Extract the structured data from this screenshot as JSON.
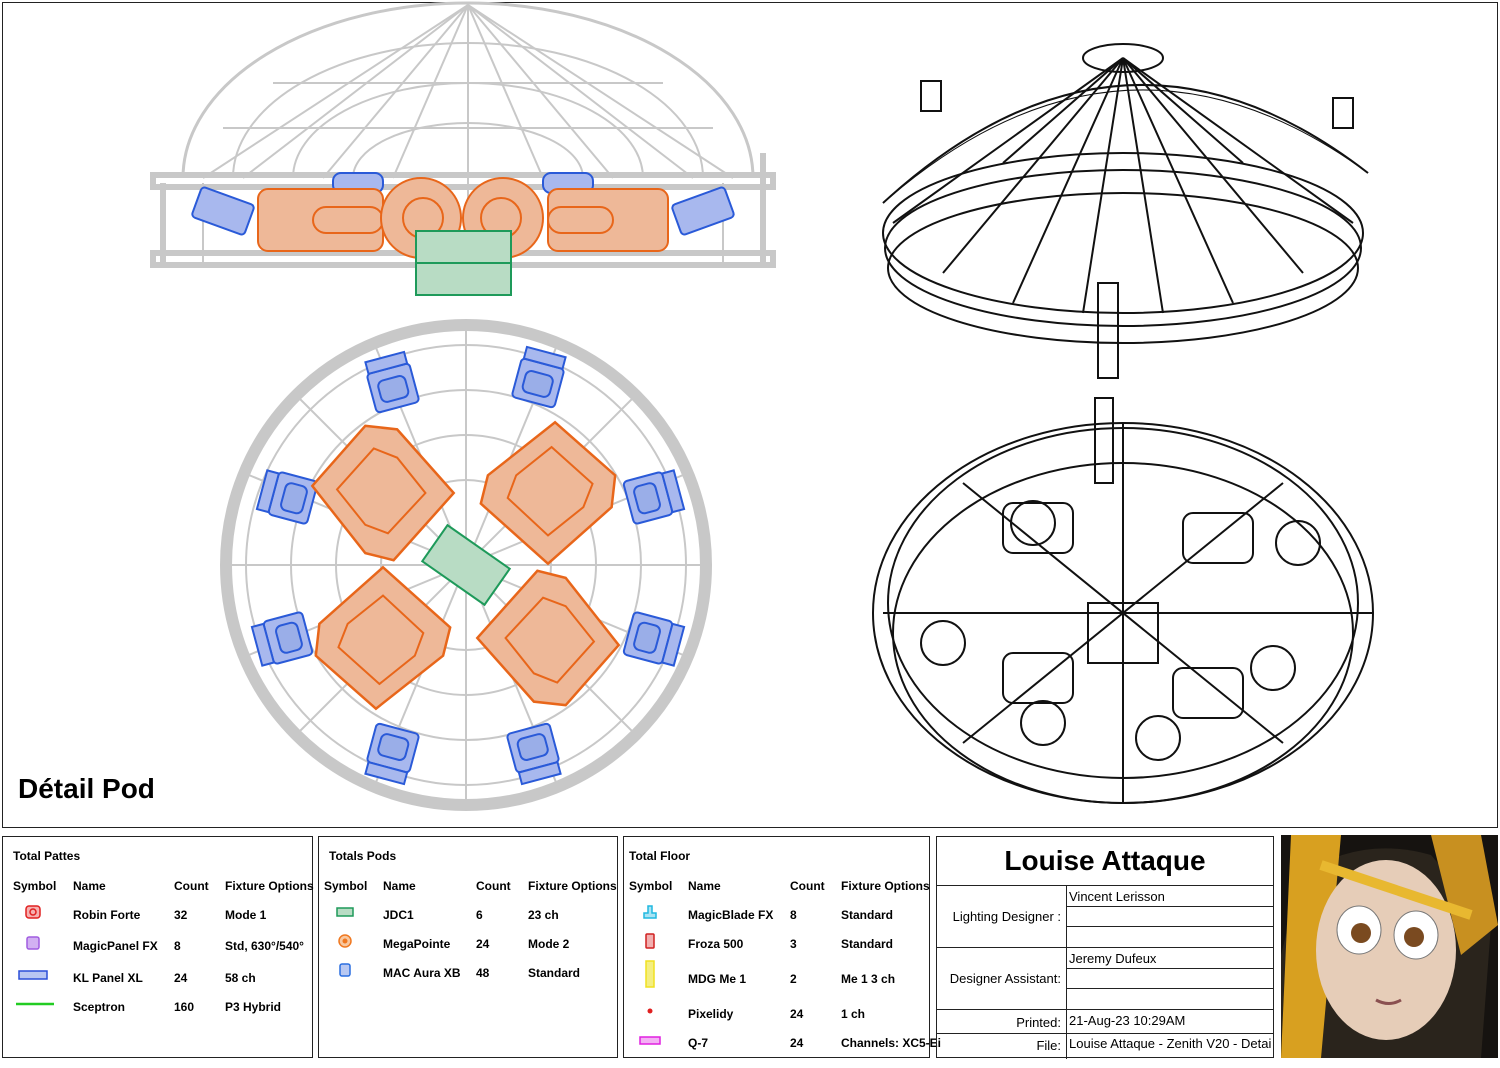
{
  "drawing": {
    "title": "Détail Pod"
  },
  "legend": {
    "headers": {
      "symbol": "Symbol",
      "name": "Name",
      "count": "Count",
      "options": "Fixture Options"
    },
    "pattes": {
      "title": "Total Pattes",
      "rows": [
        {
          "icon": "robin-forte-icon",
          "color": "#e02020",
          "name": "Robin Forte",
          "count": "32",
          "options": "Mode 1"
        },
        {
          "icon": "magicpanel-fx-icon",
          "color": "#a05ce0",
          "name": "MagicPanel FX",
          "count": "8",
          "options": "Std, 630°/540°"
        },
        {
          "icon": "kl-panel-xl-icon",
          "color": "#2a4ed8",
          "name": "KL Panel XL",
          "count": "24",
          "options": "58 ch"
        },
        {
          "icon": "sceptron-icon",
          "color": "#22cc22",
          "name": "Sceptron",
          "count": "160",
          "options": "P3 Hybrid"
        }
      ]
    },
    "pods": {
      "title": "Totals Pods",
      "rows": [
        {
          "icon": "jdc1-icon",
          "color": "#1e9a5a",
          "name": "JDC1",
          "count": "6",
          "options": "23 ch"
        },
        {
          "icon": "megapointe-icon",
          "color": "#f07820",
          "name": "MegaPointe",
          "count": "24",
          "options": "Mode 2"
        },
        {
          "icon": "mac-aura-xb-icon",
          "color": "#2a6ee0",
          "name": "MAC Aura XB",
          "count": "48",
          "options": "Standard"
        }
      ]
    },
    "floor": {
      "title": "Total Floor",
      "rows": [
        {
          "icon": "magicblade-fx-icon",
          "color": "#20b8e0",
          "name": "MagicBlade FX",
          "count": "8",
          "options": "Standard"
        },
        {
          "icon": "froza-500-icon",
          "color": "#d02020",
          "name": "Froza 500",
          "count": "3",
          "options": "Standard"
        },
        {
          "icon": "mdg-me1-icon",
          "color": "#f0e020",
          "name": "MDG Me 1",
          "count": "2",
          "options": "Me 1 3 ch"
        },
        {
          "icon": "pixelidy-icon",
          "color": "#e02020",
          "name": "Pixelidy",
          "count": "24",
          "options": "1 ch"
        },
        {
          "icon": "q7-icon",
          "color": "#e020e0",
          "name": "Q-7",
          "count": "24",
          "options": "Channels: XC5-Ei"
        }
      ]
    }
  },
  "title_block": {
    "show_name": "Louise Attaque",
    "lighting_designer_label": "Lighting Designer :",
    "lighting_designer": "Vincent Lerisson",
    "assistant_label": "Designer Assistant:",
    "assistant": "Jeremy Dufeux",
    "printed_label": "Printed:",
    "printed": "21-Aug-23  10:29AM",
    "file_label": "File:",
    "file": "Louise Attaque - Zenith V20 - Detai"
  }
}
